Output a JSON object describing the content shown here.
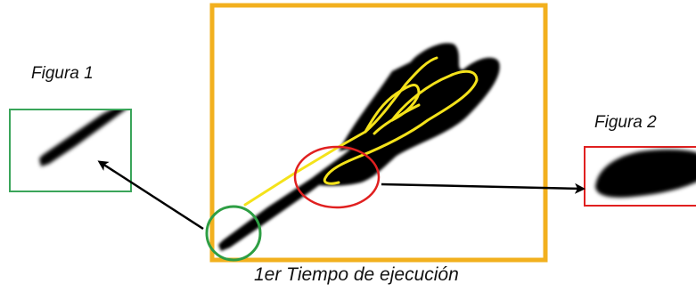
{
  "figure1": {
    "label": "Figura 1"
  },
  "figure2": {
    "label": "Figura 2"
  },
  "caption": "1er Tiempo de ejecución",
  "colors": {
    "main_frame": "#f2b01e",
    "figure1_frame": "#3aa55a",
    "figure2_frame": "#e02020",
    "green_circle": "#2e9e44",
    "red_circle": "#e02020",
    "yellow_trace": "#f4e21a",
    "ink": "#000000",
    "arrow": "#000000"
  }
}
